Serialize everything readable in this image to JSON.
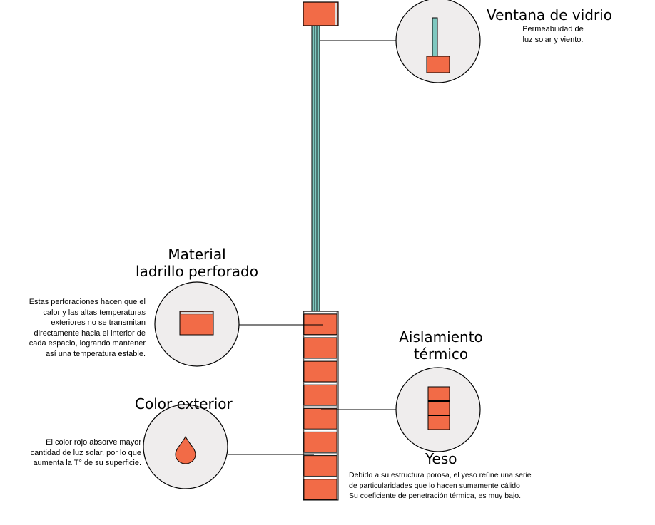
{
  "colors": {
    "brick": "#f26b47",
    "glass": "#7fc8c0",
    "circle": "#efeded",
    "line": "#000000"
  },
  "window": {
    "title": "Ventana de vidrio",
    "desc": [
      "Permeabilidad de",
      "luz solar y viento."
    ]
  },
  "material": {
    "title": [
      "Material",
      "ladrillo perforado"
    ],
    "desc": [
      "Estas perforaciones hacen que el",
      "calor y las altas temperaturas",
      "exteriores no se transmitan",
      "directamente hacia el interior de",
      "cada espacio, logrando mantener",
      "así una temperatura estable."
    ]
  },
  "color": {
    "title": "Color exterior",
    "desc": [
      "El color rojo absorve mayor",
      "cantidad de luz solar, por lo que",
      "aumenta la T° de su superficie."
    ]
  },
  "insulation": {
    "title": [
      "Aislamiento",
      "térmico"
    ],
    "subtitle": "Yeso",
    "desc": [
      "Debido a su estructura porosa, el yeso reúne una serie",
      "de particularidades que lo hacen sumamente cálido",
      "Su coeficiente de penetración térmica, es muy bajo."
    ]
  },
  "wall": {
    "brick_count": 8
  }
}
